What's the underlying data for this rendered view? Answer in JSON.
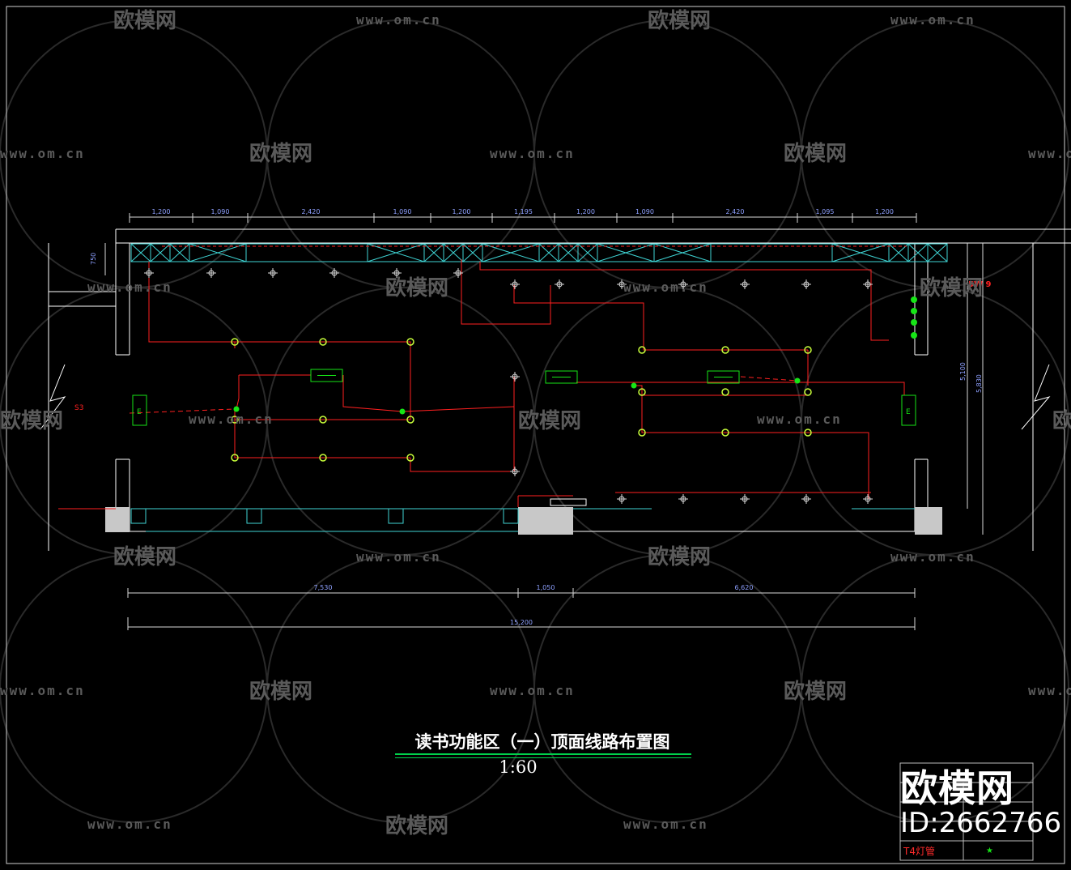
{
  "drawing": {
    "title": "读书功能区（一）顶面线路布置图",
    "scale": "1:60",
    "top_dimensions": [
      "1,200",
      "1,090",
      "2,420",
      "1,090",
      "1,200",
      "1,195",
      "1,200",
      "1,090",
      "2,420",
      "1,095",
      "1,200"
    ],
    "bottom_dimensions": [
      "7,530",
      "1,050",
      "6,620"
    ],
    "overall_dimension": "15,200",
    "left_dimension": "750",
    "right_dimensions": [
      "5,100",
      "5,830"
    ],
    "exit_sign_label": "E",
    "switch_label": "S3",
    "corner_label": "5W 9"
  },
  "watermark": {
    "site": "www.om.cn",
    "brand": "欧模网",
    "id_label": "ID:2662766"
  },
  "legend": {
    "last_row_label": "T4灯管",
    "last_row_symbol": "★"
  },
  "colors": {
    "background": "#000000",
    "wall": "#ffffff",
    "wiring": "#ff2020",
    "cabinet": "#3fd4d4",
    "fixture": "#16e516",
    "dimension": "#ffffff",
    "dimension_text": "#8ea0ff"
  }
}
